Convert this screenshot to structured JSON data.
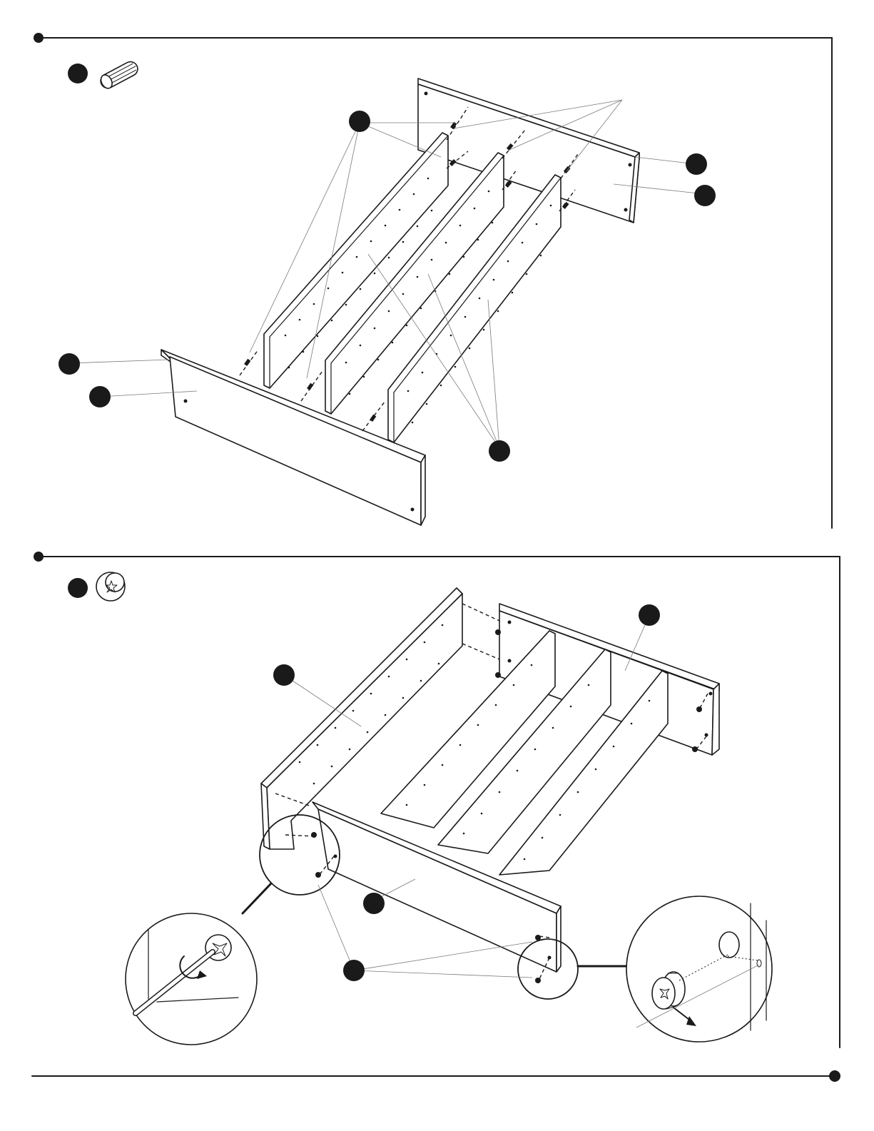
{
  "page": {
    "background": "#ffffff",
    "ink": "#1a1a1a",
    "leader_color": "#7a7a7a"
  },
  "steps": [
    {
      "name": "step-top",
      "hardware_icon": "wooden-dowel-icon",
      "callouts": [
        {
          "name": "callout-dowels"
        },
        {
          "name": "callout-back-lip"
        },
        {
          "name": "callout-back-panel"
        },
        {
          "name": "callout-front-lip"
        },
        {
          "name": "callout-front-panel"
        },
        {
          "name": "callout-dividers"
        }
      ]
    },
    {
      "name": "step-bottom",
      "hardware_icon": "cam-lock-icon",
      "callouts": [
        {
          "name": "callout-back-panel"
        },
        {
          "name": "callout-side-panel"
        },
        {
          "name": "callout-front-panel"
        },
        {
          "name": "callout-cam-locks"
        }
      ],
      "details": [
        {
          "name": "detail-screwdriver-tighten"
        },
        {
          "name": "detail-cam-insert"
        }
      ]
    }
  ]
}
